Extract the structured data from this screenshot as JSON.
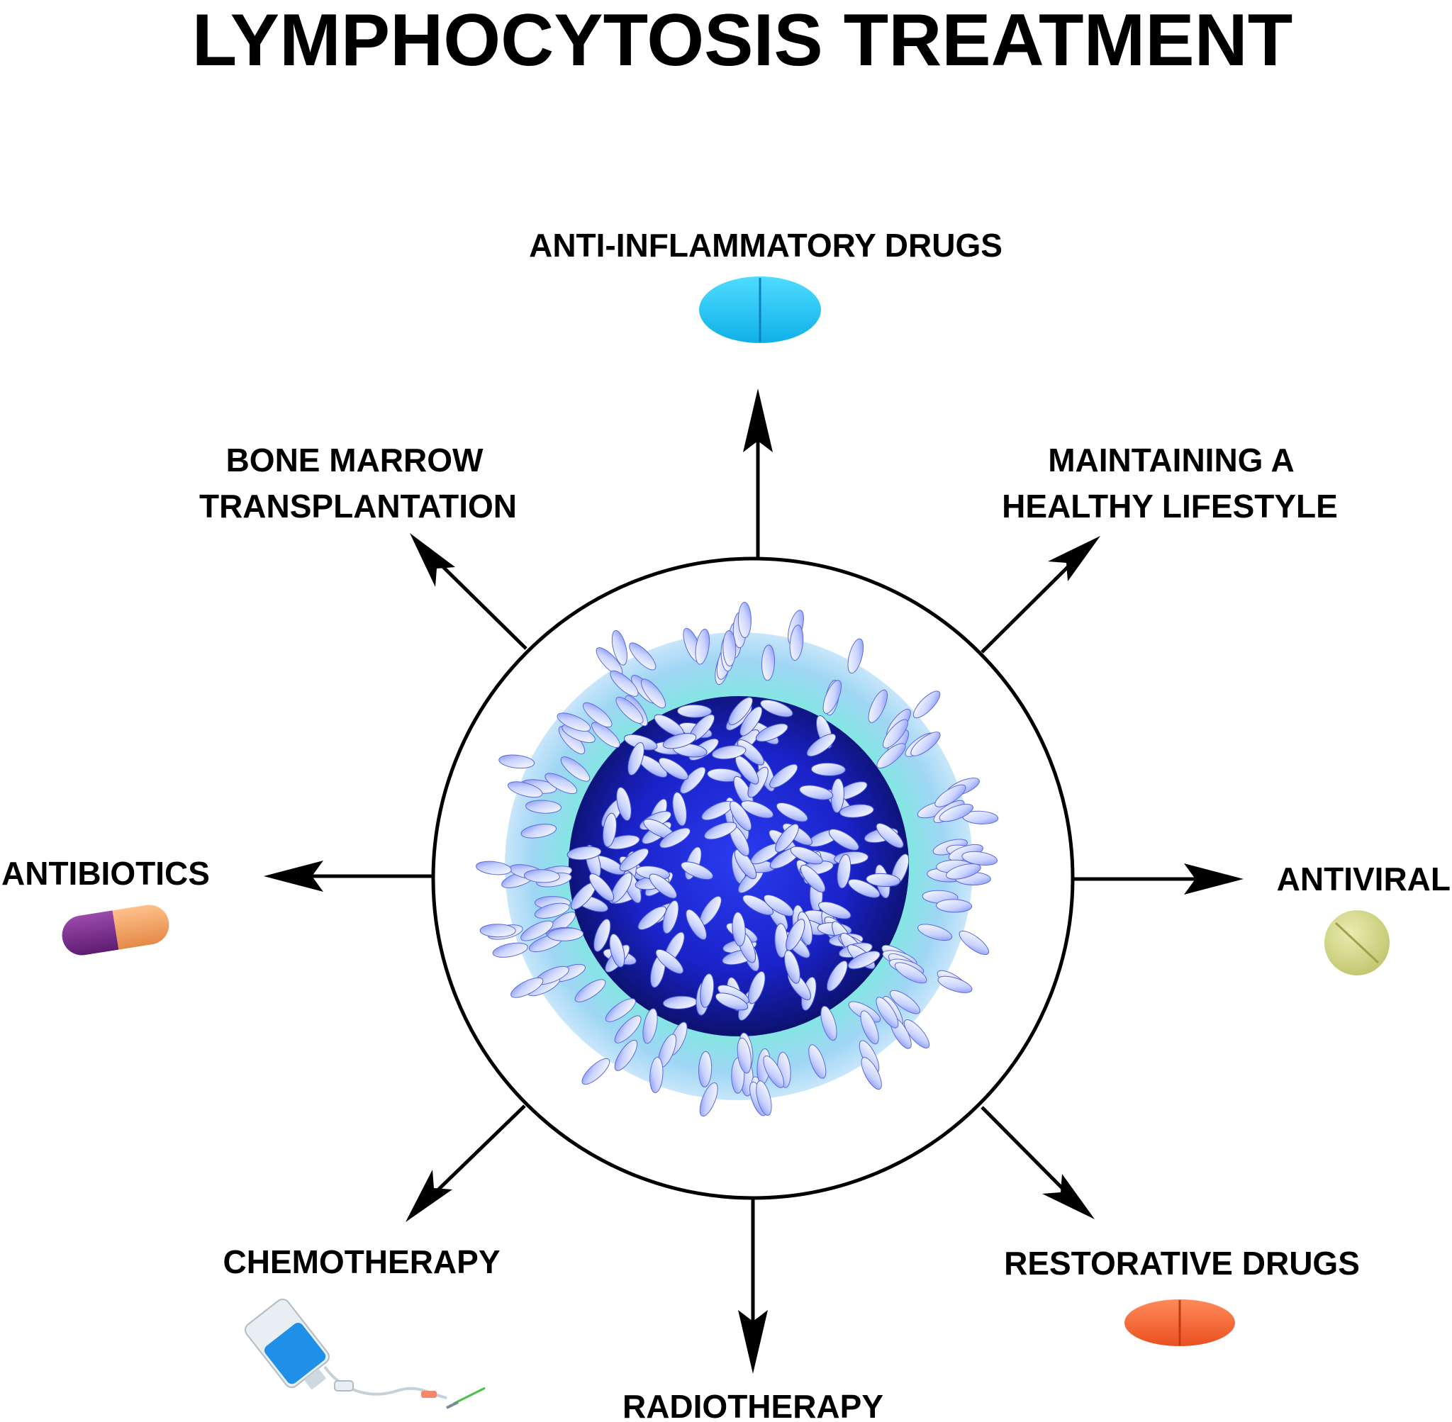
{
  "title": "LYMPHOCYTOSIS TREATMENT",
  "treatments": {
    "anti_inflammatory": "ANTI-INFLAMMATORY DRUGS",
    "bone_marrow_line1": "BONE MARROW",
    "bone_marrow_line2": "TRANSPLANTATION",
    "lifestyle_line1": "MAINTAINING A",
    "lifestyle_line2": "HEALTHY LIFESTYLE",
    "antibiotics": "ANTIBIOTICS",
    "antiviral": "ANTIVIRAL",
    "chemotherapy": "CHEMOTHERAPY",
    "restorative": "RESTORATIVE DRUGS",
    "radiotherapy": "RADIOTHERAPY"
  },
  "colors": {
    "cell_nucleus": "#1a22c8",
    "cell_halo": "#7fe8e0",
    "granule": "#c8d2ff",
    "anti_inflammatory_pill": "#1ec8f5",
    "antibiotic_capsule_left": "#7a2a8c",
    "antibiotic_capsule_right": "#f0a060",
    "antiviral_tablet": "#d4d88a",
    "restorative_pill": "#f56a3c"
  },
  "icons": [
    "oval-pill-icon",
    "capsule-icon",
    "round-tablet-icon",
    "iv-drip-icon"
  ]
}
